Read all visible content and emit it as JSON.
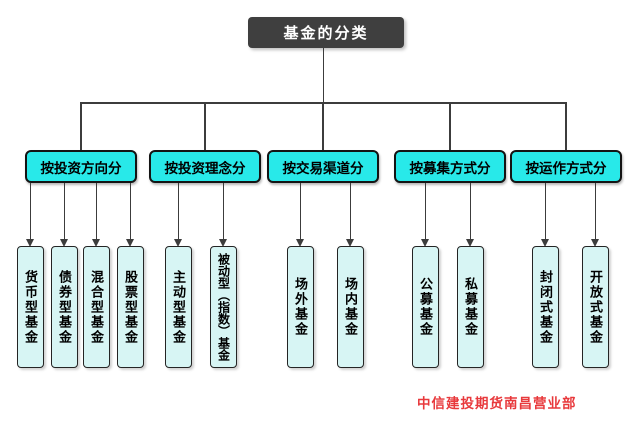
{
  "title": "基金的分类",
  "footer": "中信建投期货南昌营业部",
  "colors": {
    "title_box": "#3f3f3f",
    "title_text": "#ffffff",
    "category_fill": "#28e9e9",
    "leaf_fill": "#d7f5f4",
    "node_border": "#141414",
    "line": "#3c3c3c",
    "footer_text": "#e8393c",
    "background": "#ffffff"
  },
  "tree": {
    "categories": [
      {
        "label": "按投资方向分",
        "children": [
          "货币型基金",
          "债券型基金",
          "混合型基金",
          "股票型基金"
        ]
      },
      {
        "label": "按投资理念分",
        "children": [
          "主动型基金",
          "被动型（指数）基金"
        ]
      },
      {
        "label": "按交易渠道分",
        "children": [
          "场外基金",
          "场内基金"
        ]
      },
      {
        "label": "按募集方式分",
        "children": [
          "公募基金",
          "私募基金"
        ]
      },
      {
        "label": "按运作方式分",
        "children": [
          "封闭式基金",
          "开放式基金"
        ]
      }
    ]
  }
}
